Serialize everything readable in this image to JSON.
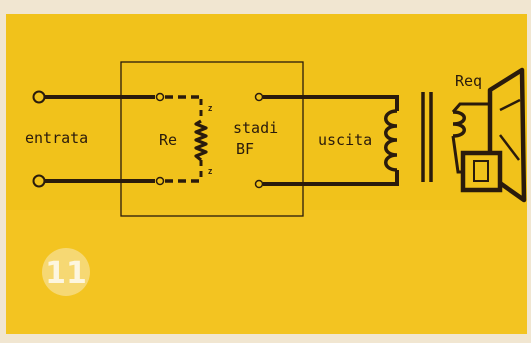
{
  "diagram": {
    "labels": {
      "input": "entrata",
      "input_resistance": "Re",
      "stage_line1": "stadi",
      "stage_line2": "BF",
      "output": "uscita",
      "load_resistance": "Req",
      "z_top": "Z",
      "z_bottom": "Z"
    },
    "figure_number": "11",
    "colors": {
      "panel": "#f1c21b",
      "page_border": "#f1e6d1",
      "ink": "#2a1b0c",
      "badge": "#f7e9b8"
    }
  }
}
